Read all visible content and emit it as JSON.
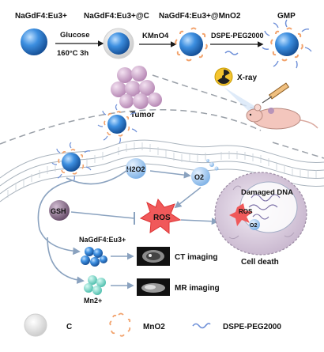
{
  "synthesis": {
    "step1_label": "NaGdF4:Eu3+",
    "step2_label": "NaGdF4:Eu3+@C",
    "step3_label": "NaGdF4:Eu3+@MnO2",
    "step4_label": "GMP",
    "arrow1_top": "Glucose",
    "arrow1_bottom": "160°C 3h",
    "arrow2_top": "KMnO4",
    "arrow3_top": "DSPE-PEG2000"
  },
  "in_vivo": {
    "xray_label": "X-ray",
    "tumor_label": "Tumor"
  },
  "mechanism": {
    "h2o2": "H2O2",
    "o2": "O2",
    "gsh": "GSH",
    "ros": "ROS",
    "damaged_dna": "Damaged DNA",
    "cell_ros": "ROS",
    "cell_o2": "O2",
    "cell_death": "Cell death",
    "nagdf4_eu": "NaGdF4:Eu3+",
    "ct_imaging": "CT imaging",
    "mn2": "Mn2+",
    "mr_imaging": "MR imaging"
  },
  "legend": {
    "c_label": "C",
    "mno2_label": "MnO2",
    "peg_label": "DSPE-PEG2000"
  },
  "colors": {
    "sphere_blue": "#2f7fd0",
    "ros_red": "#f0595a",
    "gsh_purple": "#8a6a8c",
    "tumor_pink": "#d9b3d6",
    "mno2_orange": "#f2a36d",
    "peg_blue": "#6d8fd8"
  }
}
